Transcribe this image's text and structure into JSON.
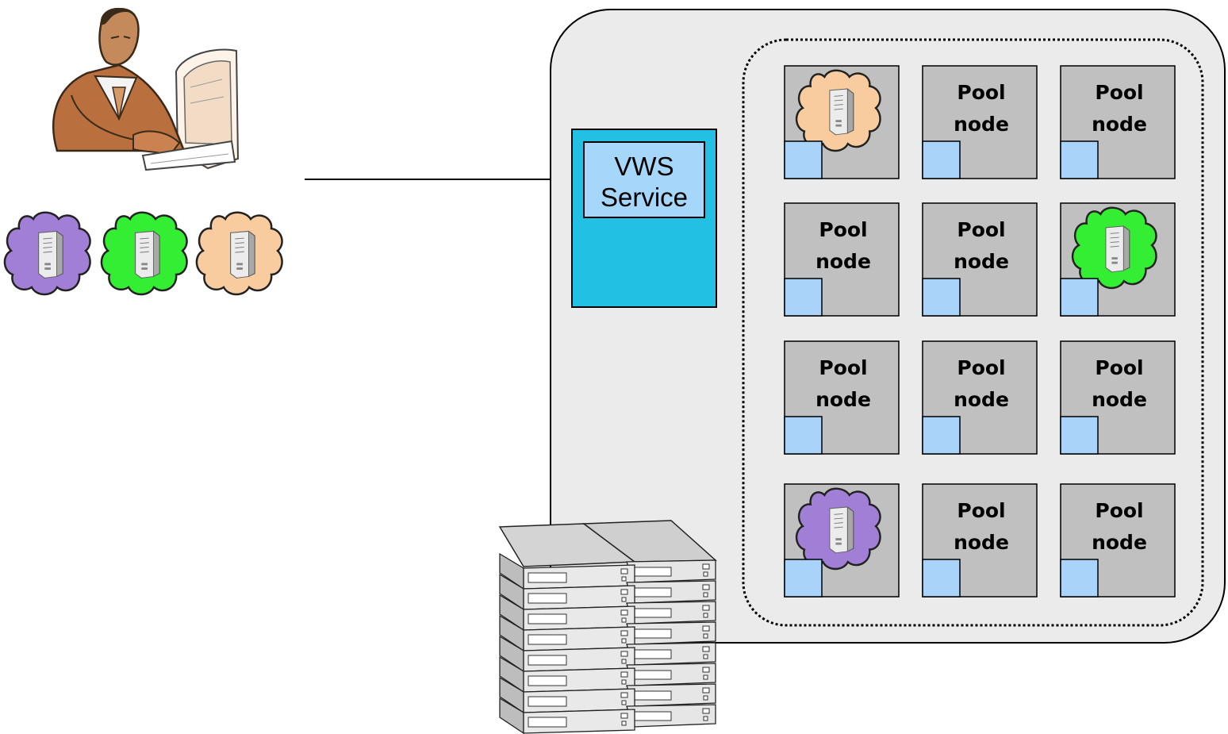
{
  "vws_service": {
    "line1": "VWS",
    "line2": "Service"
  },
  "pool_nodes": [
    {
      "row": 1,
      "col": 1,
      "content": "vm",
      "vm_color": "peach",
      "label1": "",
      "label2": ""
    },
    {
      "row": 1,
      "col": 2,
      "content": "label",
      "label1": "Pool",
      "label2": "node"
    },
    {
      "row": 1,
      "col": 3,
      "content": "label",
      "label1": "Pool",
      "label2": "node"
    },
    {
      "row": 2,
      "col": 1,
      "content": "label",
      "label1": "Pool",
      "label2": "node"
    },
    {
      "row": 2,
      "col": 2,
      "content": "label",
      "label1": "Pool",
      "label2": "node"
    },
    {
      "row": 2,
      "col": 3,
      "content": "vm",
      "vm_color": "green",
      "label1": "",
      "label2": ""
    },
    {
      "row": 3,
      "col": 1,
      "content": "label",
      "label1": "Pool",
      "label2": "node"
    },
    {
      "row": 3,
      "col": 2,
      "content": "label",
      "label1": "Pool",
      "label2": "node"
    },
    {
      "row": 3,
      "col": 3,
      "content": "label",
      "label1": "Pool",
      "label2": "node"
    },
    {
      "row": 4,
      "col": 1,
      "content": "vm",
      "vm_color": "purple",
      "label1": "",
      "label2": ""
    },
    {
      "row": 4,
      "col": 2,
      "content": "label",
      "label1": "Pool",
      "label2": "node"
    },
    {
      "row": 4,
      "col": 3,
      "content": "label",
      "label1": "Pool",
      "label2": "node"
    }
  ],
  "user_vms": [
    "purple",
    "green",
    "peach"
  ],
  "colors": {
    "cluster_bg": "#ebebeb",
    "node_bg": "#c0c0c0",
    "node_badge": "#a9d3f8",
    "vws_outer": "#22c1e3",
    "vws_inner": "#a6d7fa",
    "vm_purple": "#a27fd6",
    "vm_green": "#33ee33",
    "vm_peach": "#f9cc9f"
  },
  "icons": {
    "user": "person-at-computer-icon",
    "vm": "cloud-server-icon",
    "rack": "server-rack-icon"
  }
}
